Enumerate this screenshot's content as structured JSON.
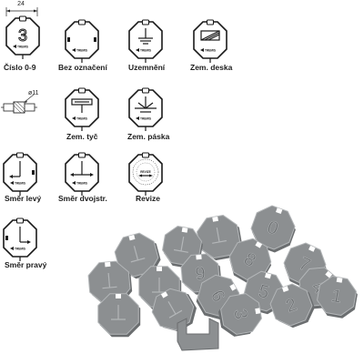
{
  "dimension_width": "24",
  "dimension_diameter": "ø11",
  "brand_mark": "TREMIS",
  "revision_mark": "REVIZE",
  "digit_example": "3",
  "labels": {
    "cislo": "Číslo 0-9",
    "bez": "Bez označení",
    "uzemneni": "Uzemnění",
    "zem_deska": "Zem. deska",
    "zem_tyc": "Zem. tyč",
    "zem_paska": "Zem. páska",
    "smer_levy": "Směr levý",
    "smer_dvojstr": "Směr dvojstr.",
    "revize": "Revize",
    "smer_pravy": "Směr pravý"
  },
  "photo": {
    "tag_digits": [
      "0",
      "1",
      "2",
      "3",
      "4",
      "5",
      "6",
      "7",
      "8",
      "9"
    ],
    "colors": {
      "tag_fill": "#8c8f91",
      "tag_edge": "#6b6e70",
      "tag_highlight": "#b3b6b8"
    }
  }
}
